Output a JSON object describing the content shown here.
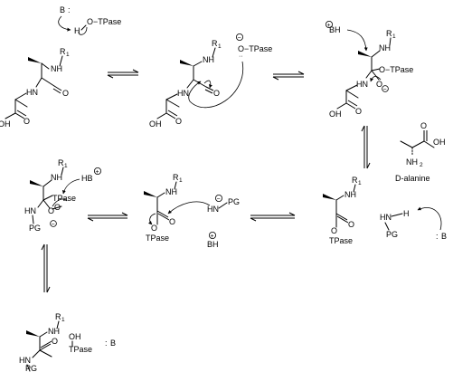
{
  "labels": {
    "base": "B",
    "nh": "NH",
    "hn": "HN",
    "r": "R",
    "one": "1",
    "tpase": "TPase",
    "o": "O",
    "oh": "OH",
    "h": "H",
    "pg": "PG",
    "bh": "BH",
    "hb": "HB",
    "nh2": "NH",
    "two": "2",
    "d_alanine": "D-alanine",
    "lone_pair": "··",
    "colon": ":",
    "plus": "+",
    "minus": "−",
    "o_tpase": "O−TPase",
    "o_minus_tpase": "O−TPase",
    "oh_tpase_top": "OH",
    "oh_tpase_bottom": "TPase"
  }
}
